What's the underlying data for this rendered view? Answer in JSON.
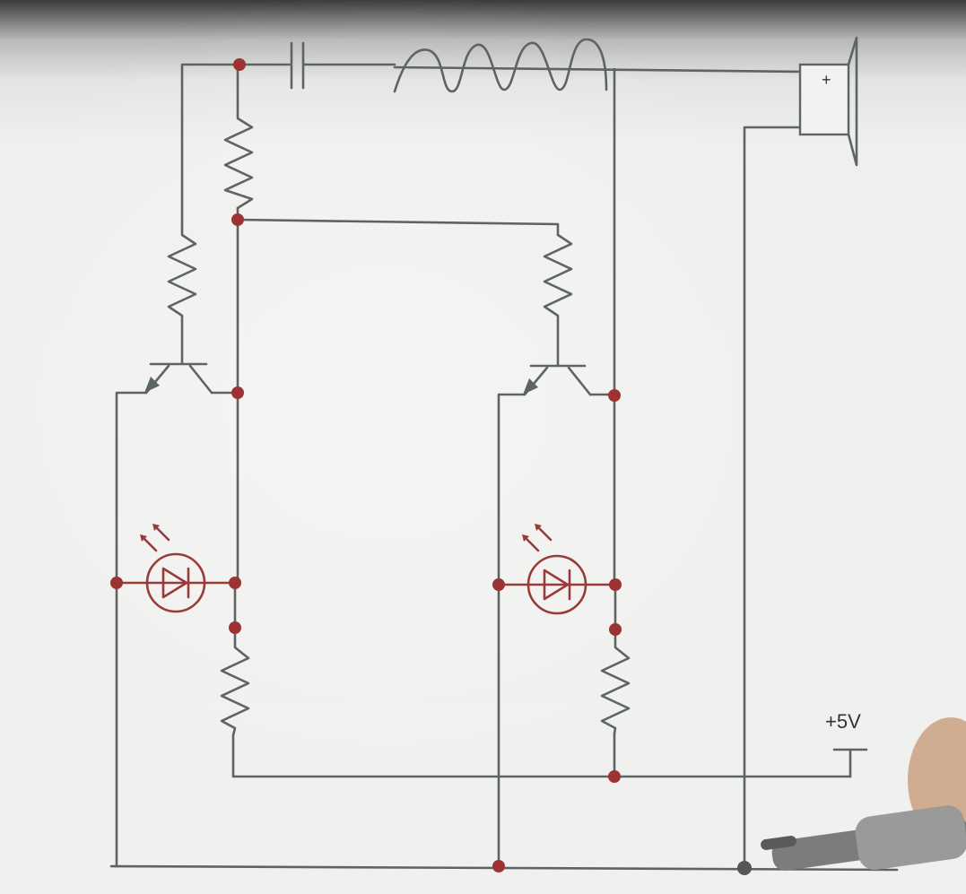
{
  "diagram": {
    "supply_label": "+5V",
    "speaker_polarity": "+",
    "wire_color": "#5d6561",
    "component_color": "#9a3b3b",
    "node_color": "#9c3332",
    "components": [
      {
        "id": "C1",
        "kind": "capacitor"
      },
      {
        "id": "L1",
        "kind": "coil"
      },
      {
        "id": "SPK1",
        "kind": "speaker"
      },
      {
        "id": "R1",
        "kind": "resistor"
      },
      {
        "id": "R2",
        "kind": "resistor"
      },
      {
        "id": "R3",
        "kind": "resistor"
      },
      {
        "id": "R4",
        "kind": "resistor"
      },
      {
        "id": "R5",
        "kind": "resistor"
      },
      {
        "id": "Q1",
        "kind": "pnp-transistor"
      },
      {
        "id": "Q2",
        "kind": "pnp-transistor"
      },
      {
        "id": "D1",
        "kind": "led"
      },
      {
        "id": "D2",
        "kind": "led"
      },
      {
        "id": "VCC",
        "kind": "supply-terminal"
      }
    ]
  }
}
